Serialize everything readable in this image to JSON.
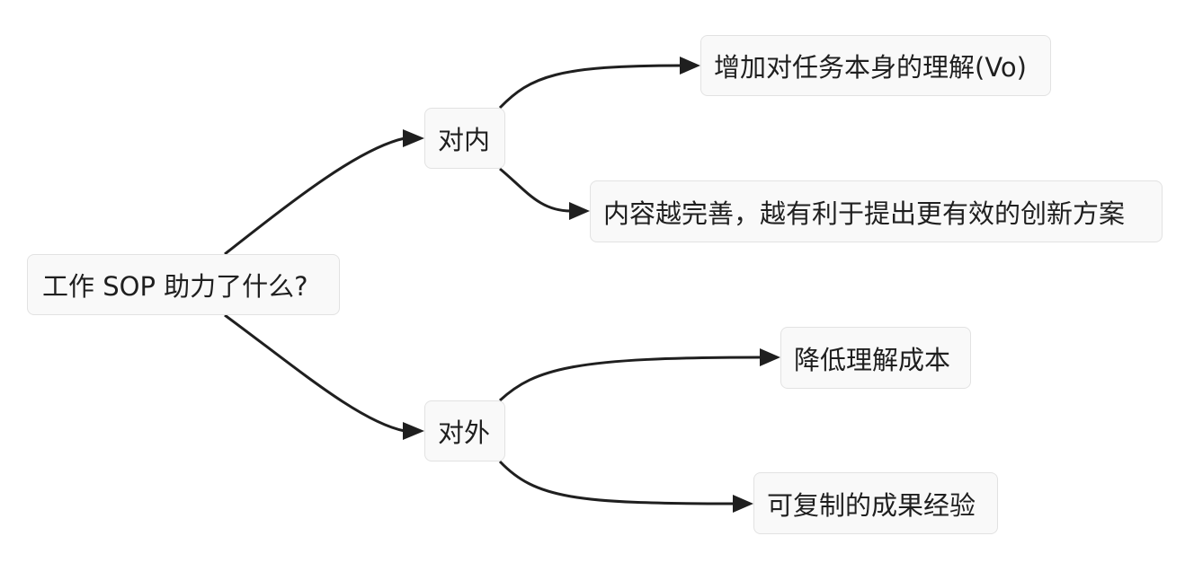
{
  "diagram": {
    "type": "mind-map",
    "line_color": "#1f1f1f",
    "node_background": "#f9f9f9",
    "node_border": "#e2e2e2",
    "root": {
      "label": "工作 SOP 助力了什么?"
    },
    "branches": [
      {
        "label": "对内",
        "children": [
          {
            "label": "增加对任务本身的理解(Vo)"
          },
          {
            "label": "内容越完善，越有利于提出更有效的创新方案"
          }
        ]
      },
      {
        "label": "对外",
        "children": [
          {
            "label": "降低理解成本"
          },
          {
            "label": "可复制的成果经验"
          }
        ]
      }
    ]
  }
}
